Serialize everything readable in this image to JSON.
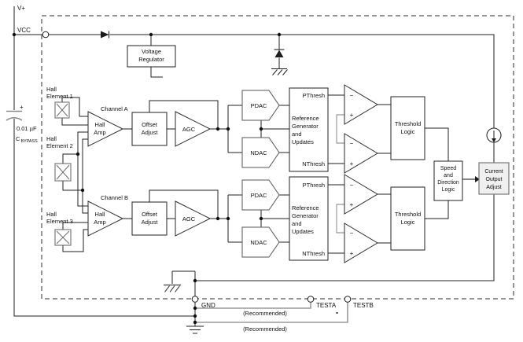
{
  "ic": {
    "supply": {
      "vplus": "V+",
      "vcc": "VCC"
    },
    "bypass_cap": {
      "polarity": "+",
      "value": "0.01 µF",
      "ref": "C",
      "ref_sub": "BYPASS"
    },
    "voltage_regulator": {
      "lines": [
        "Voltage",
        "Regulator"
      ]
    },
    "hall_elements": [
      {
        "lines": [
          "Hall",
          "Element 1"
        ]
      },
      {
        "lines": [
          "Hall",
          "Element 2"
        ]
      },
      {
        "lines": [
          "Hall",
          "Element 3"
        ]
      }
    ],
    "channels": [
      {
        "label": "Channel A",
        "hall_amp": {
          "lines": [
            "Hall",
            "Amp"
          ]
        },
        "offset": {
          "lines": [
            "Offset",
            "Adjust"
          ]
        },
        "agc": "AGC",
        "pdac": "PDAC",
        "ndac": "NDAC",
        "ref_gen": {
          "pthresh": "PThresh",
          "lines": [
            "Reference",
            "Generator",
            "and",
            "Updates"
          ],
          "nthresh": "NThresh"
        },
        "threshold": {
          "lines": [
            "Threshold",
            "Logic"
          ]
        }
      },
      {
        "label": "Channel B",
        "hall_amp": {
          "lines": [
            "Hall",
            "Amp"
          ]
        },
        "offset": {
          "lines": [
            "Offset",
            "Adjust"
          ]
        },
        "agc": "AGC",
        "pdac": "PDAC",
        "ndac": "NDAC",
        "ref_gen": {
          "pthresh": "PThresh",
          "lines": [
            "Reference",
            "Generator",
            "and",
            "Updates"
          ],
          "nthresh": "NThresh"
        },
        "threshold": {
          "lines": [
            "Threshold",
            "Logic"
          ]
        }
      }
    ],
    "speed_direction": {
      "lines": [
        "Speed",
        "and",
        "Direction",
        "Logic"
      ]
    },
    "current_output": {
      "lines": [
        "Current",
        "Output",
        "Adjust"
      ]
    }
  },
  "pins": {
    "gnd": "GND",
    "testa": "TESTA",
    "testb": "TESTB"
  },
  "notes": {
    "recommended_a": "(Recommended)",
    "recommended_b": "(Recommended)"
  },
  "symbols": {
    "plus": "+",
    "minus": "−"
  },
  "colors": {
    "wire": "#222222",
    "gray_wire": "#9a9a9a",
    "background": "#ffffff"
  }
}
